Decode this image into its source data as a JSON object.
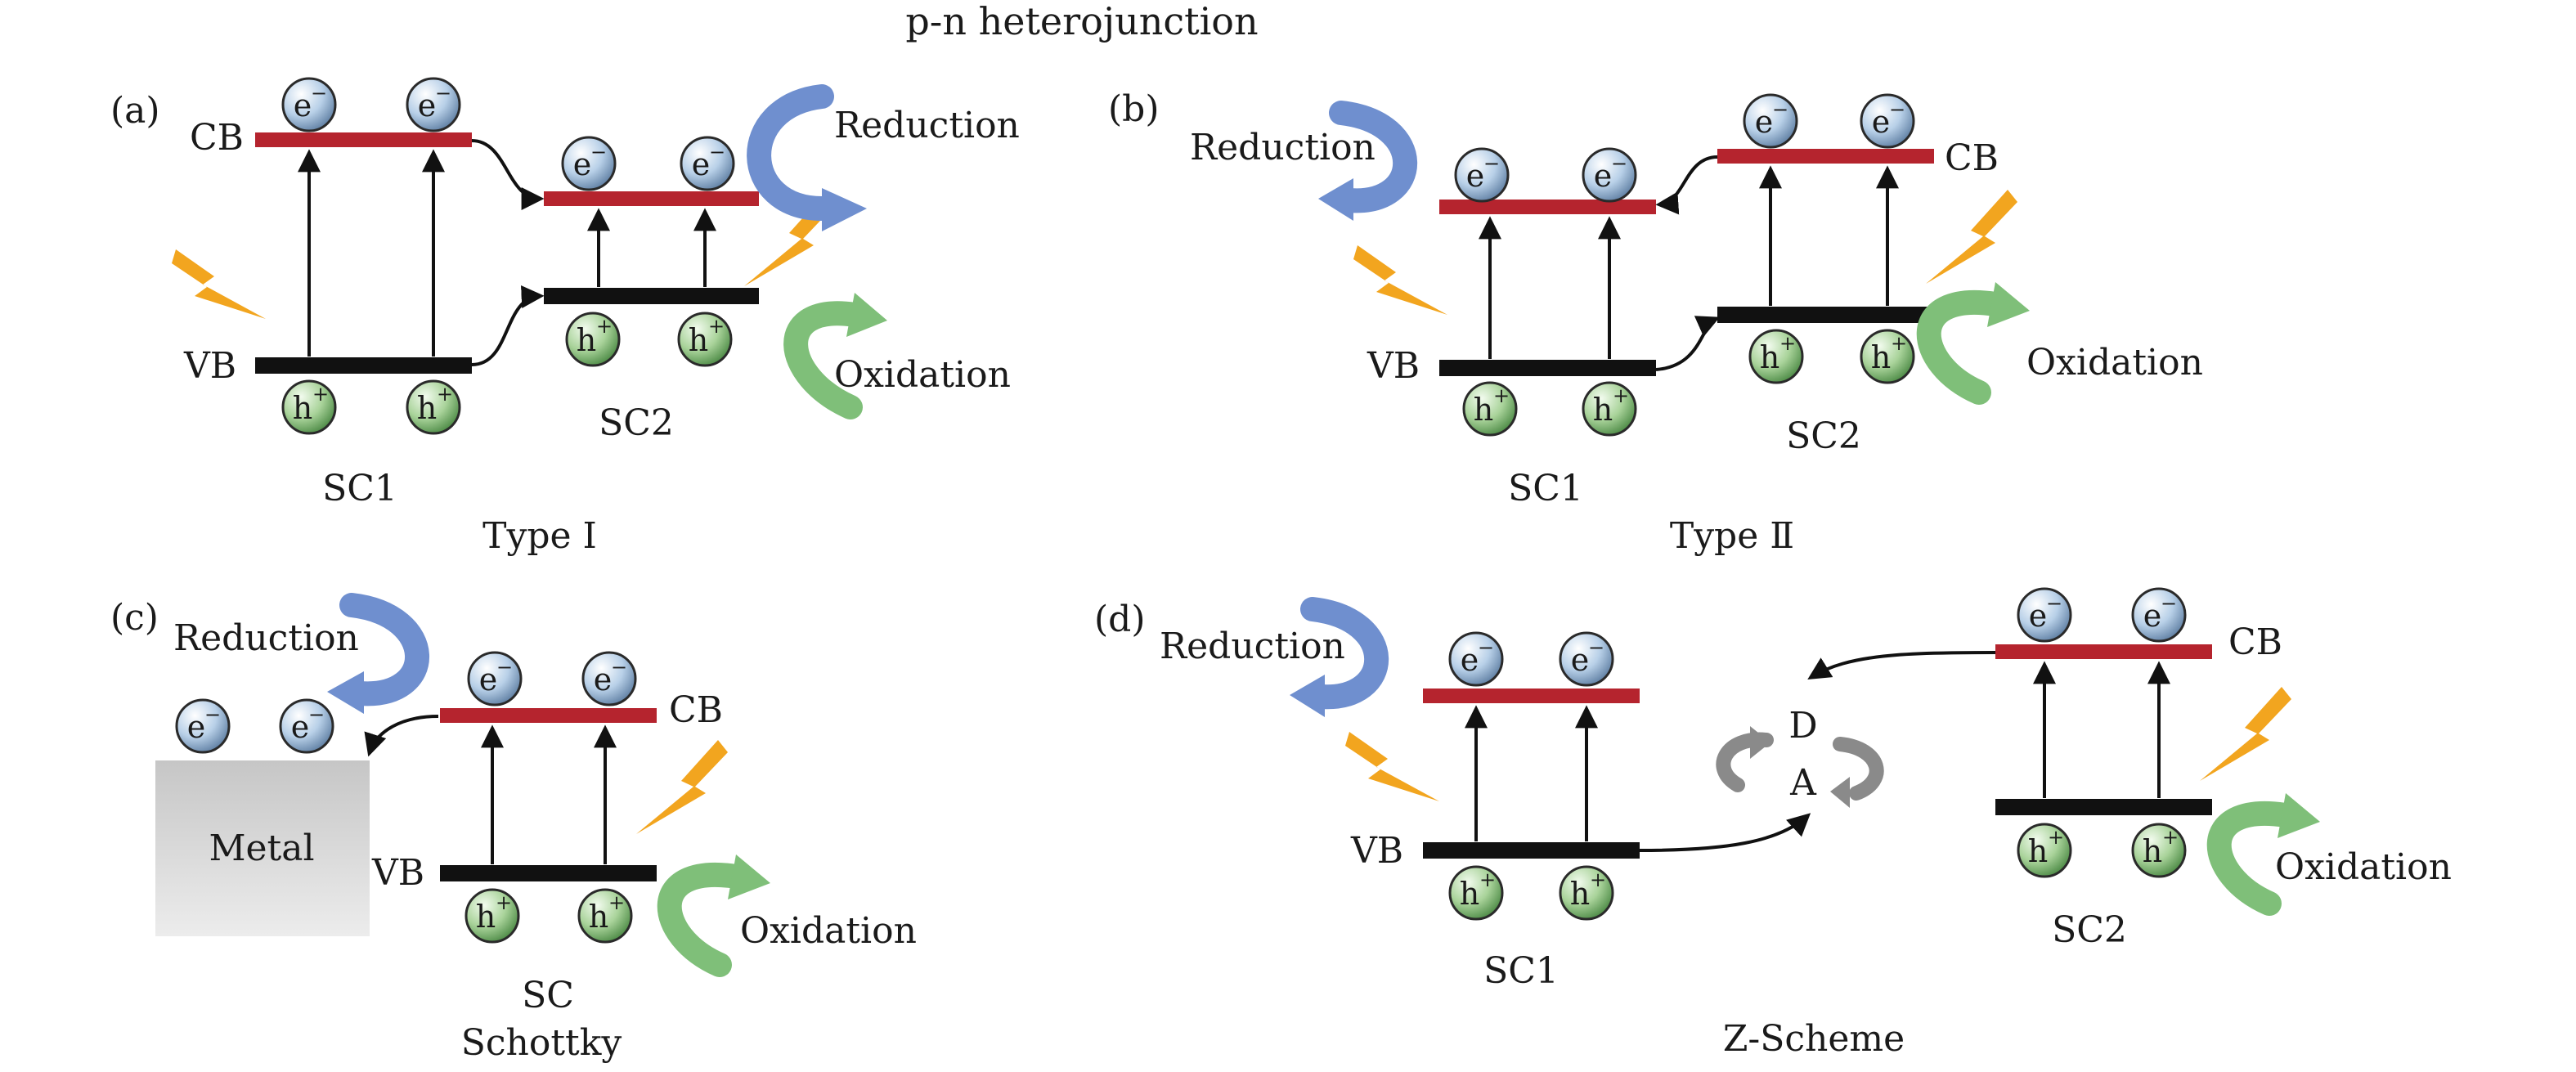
{
  "title": "p-n heterojunction",
  "colors": {
    "cb": "#b5242e",
    "vb": "#111111",
    "electron": "#b8d0e8",
    "hole": "#a9d39a",
    "reduction_arrow": "#6f8fcf",
    "oxidation_arrow": "#7fbf79",
    "light_bolt": "#f2a51f",
    "metal": "#d2d2d2",
    "redox_cycle": "#8a8a8a"
  },
  "charges": {
    "electron": "e",
    "electron_sign": "−",
    "hole": "h",
    "hole_sign": "+"
  },
  "icons": [
    "light-bolt-icon",
    "reduction-arrow-icon",
    "oxidation-arrow-icon",
    "redox-cycle-icon"
  ],
  "panels": {
    "a": {
      "tag": "(a)",
      "cb_label": "CB",
      "vb_label": "VB",
      "reduction": "Reduction",
      "oxidation": "Oxidation",
      "sc1": "SC1",
      "sc2": "SC2",
      "caption": "Type Ⅰ"
    },
    "b": {
      "tag": "(b)",
      "cb_label": "CB",
      "vb_label": "VB",
      "reduction": "Reduction",
      "oxidation": "Oxidation",
      "sc1": "SC1",
      "sc2": "SC2",
      "caption": "Type Ⅱ"
    },
    "c": {
      "tag": "(c)",
      "cb_label": "CB",
      "vb_label": "VB",
      "reduction": "Reduction",
      "oxidation": "Oxidation",
      "metal": "Metal",
      "sc": "SC",
      "caption": "Schottky"
    },
    "d": {
      "tag": "(d)",
      "cb_label": "CB",
      "vb_label": "VB",
      "reduction": "Reduction",
      "oxidation": "Oxidation",
      "donor": "D",
      "acceptor": "A",
      "sc1": "SC1",
      "sc2": "SC2",
      "caption": "Z-Scheme"
    }
  }
}
